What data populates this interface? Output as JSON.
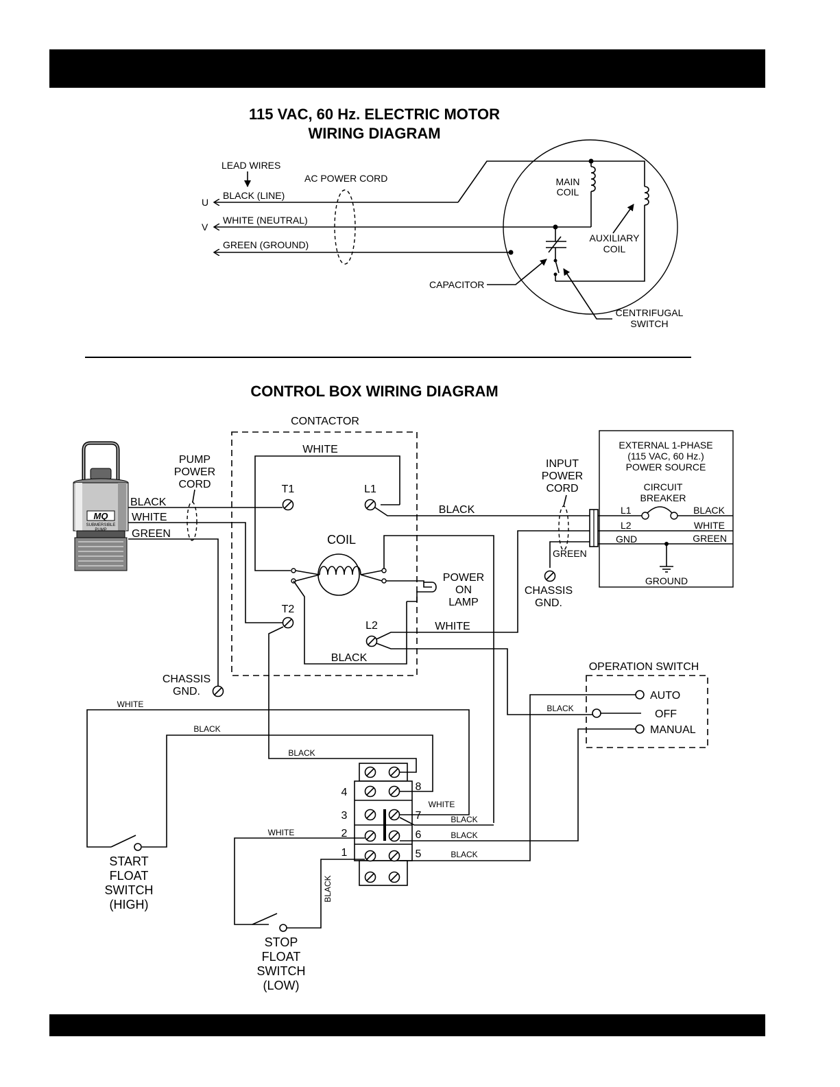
{
  "motor": {
    "title_line1": "115 VAC, 60 Hz. ELECTRIC MOTOR",
    "title_line2": "WIRING DIAGRAM",
    "lead_wires": "LEAD WIRES",
    "ac_power_cord": "AC POWER CORD",
    "u": "U",
    "v": "V",
    "black_line": "BLACK (LINE)",
    "white_neutral": "WHITE (NEUTRAL)",
    "green_ground": "GREEN (GROUND)",
    "main": "MAIN",
    "coil": "COIL",
    "auxiliary": "AUXILIARY",
    "aux_coil": "COIL",
    "capacitor": "CAPACITOR",
    "centrifugal": "CENTRIFUGAL",
    "switch": "SWITCH"
  },
  "control": {
    "title": "CONTROL BOX WIRING DIAGRAM",
    "contactor": "CONTACTOR",
    "white_top": "WHITE",
    "t1": "T1",
    "l1": "L1",
    "t2": "T2",
    "l2": "L2",
    "coil": "COIL",
    "pump_power_cord": [
      "PUMP",
      "POWER",
      "CORD"
    ],
    "pump_black": "BLACK",
    "pump_white": "WHITE",
    "pump_green": "GREEN",
    "pump_logo": "MQ",
    "pump_text": [
      "SUBMERSIBLE",
      "PUMP"
    ],
    "black_l1": "BLACK",
    "power_on_lamp": [
      "POWER",
      "ON",
      "LAMP"
    ],
    "white_l2": "WHITE",
    "black_bottom": "BLACK",
    "chassis_gnd_left": [
      "CHASSIS",
      "GND."
    ],
    "input_power_cord": [
      "INPUT",
      "POWER",
      "CORD"
    ],
    "green_input": "GREEN",
    "chassis_gnd_right": [
      "CHASSIS",
      "GND."
    ],
    "external": [
      "EXTERNAL 1-PHASE",
      "(115 VAC, 60 Hz.)",
      "POWER SOURCE"
    ],
    "circuit_breaker": [
      "CIRCUIT",
      "BREAKER"
    ],
    "ext_l1": "L1",
    "ext_l2": "L2",
    "ext_gnd": "GND",
    "ext_black": "BLACK",
    "ext_white": "WHITE",
    "ext_green": "GREEN",
    "ground": "GROUND",
    "operation_switch": "OPERATION SWITCH",
    "auto": "AUTO",
    "off": "OFF",
    "manual": "MANUAL",
    "black_op": "BLACK",
    "white_wire_top": "WHITE",
    "black_wire_2": "BLACK",
    "black_wire_3": "BLACK",
    "terminal_left_nums": [
      "4",
      "3",
      "2",
      "1"
    ],
    "terminal_right_nums": [
      "8",
      "7",
      "6",
      "5"
    ],
    "white_t7": "WHITE",
    "black_t7": "BLACK",
    "black_t6": "BLACK",
    "black_t5": "BLACK",
    "white_t2": "WHITE",
    "black_vertical": "BLACK",
    "start_float": [
      "START",
      "FLOAT",
      "SWITCH",
      "(HIGH)"
    ],
    "stop_float": [
      "STOP",
      "FLOAT",
      "SWITCH",
      "(LOW)"
    ]
  }
}
